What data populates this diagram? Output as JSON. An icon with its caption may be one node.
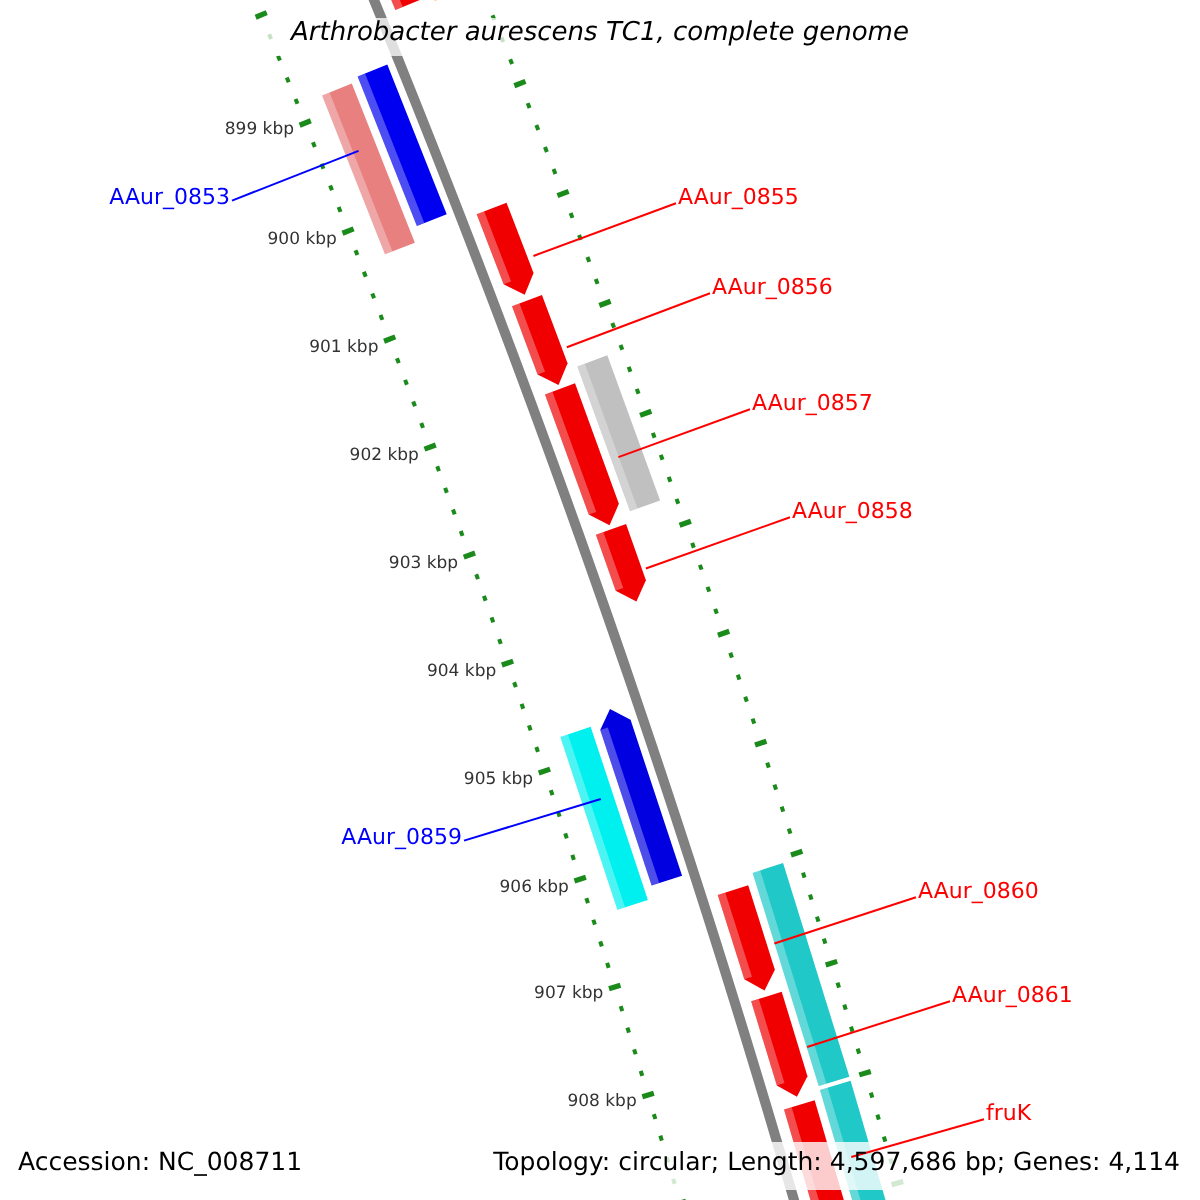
{
  "diagram": {
    "title": "Arthrobacter aurescens TC1, complete genome",
    "nodes": [
      {
        "text": [
          "AAur_0853"
        ]
      },
      {
        "text": [
          "AAur_0855"
        ]
      },
      {
        "text": [
          "AAur_0856"
        ]
      },
      {
        "text": [
          "AAur_0857"
        ]
      },
      {
        "text": [
          "AAur_0858"
        ]
      },
      {
        "text": [
          "AAur_0859"
        ]
      },
      {
        "text": [
          "AAur_0860"
        ]
      },
      {
        "text": [
          "AAur_0861"
        ]
      },
      {
        "text": [
          "fruK"
        ]
      },
      {
        "text": [],
        "shape": "bar"
      },
      {
        "text": [],
        "shape": "bar"
      },
      {
        "text": [],
        "shape": "bar"
      },
      {
        "text": [],
        "shape": "bar"
      },
      {
        "text": [],
        "shape": "pentagon"
      },
      {
        "text": [],
        "shape": "pentagon"
      },
      {
        "text": [],
        "shape": "bar"
      },
      {
        "text": [],
        "shape": "pentagon"
      },
      {
        "text": [],
        "shape": "pentagon"
      },
      {
        "text": [],
        "shape": "pentagon"
      },
      {
        "text": [],
        "shape": "bar"
      },
      {
        "text": [],
        "shape": "bar"
      },
      {
        "text": [],
        "shape": "pentagon"
      },
      {
        "text": [],
        "shape": "pentagon"
      },
      {
        "text": [],
        "shape": "bar"
      },
      {
        "text": [],
        "shape": "bar"
      }
    ],
    "edges": [
      {
        "from": 0,
        "to": 12,
        "arrow": "none",
        "color": "#0000ff"
      },
      {
        "from": 1,
        "to": 13,
        "arrow": "none"
      },
      {
        "from": 2,
        "to": 14,
        "arrow": "none"
      },
      {
        "from": 3,
        "to": 16,
        "arrow": "none"
      },
      {
        "from": 4,
        "to": 17,
        "arrow": "none"
      },
      {
        "from": 5,
        "to": 18,
        "arrow": "none",
        "color": "#0000ff"
      },
      {
        "from": 6,
        "to": 21,
        "arrow": "none"
      },
      {
        "from": 7,
        "to": 22,
        "arrow": "none"
      },
      {
        "from": 8,
        "to": 24,
        "arrow": "none"
      }
    ],
    "labels": [
      "899 kbp",
      "900 kbp",
      "901 kbp",
      "902 kbp",
      "903 kbp",
      "904 kbp",
      "905 kbp",
      "906 kbp",
      "907 kbp",
      "908 kbp",
      "Accession: NC_008711",
      "Topology: circular; Length: 4,597,686 bp; Genes: 4,114"
    ]
  }
}
